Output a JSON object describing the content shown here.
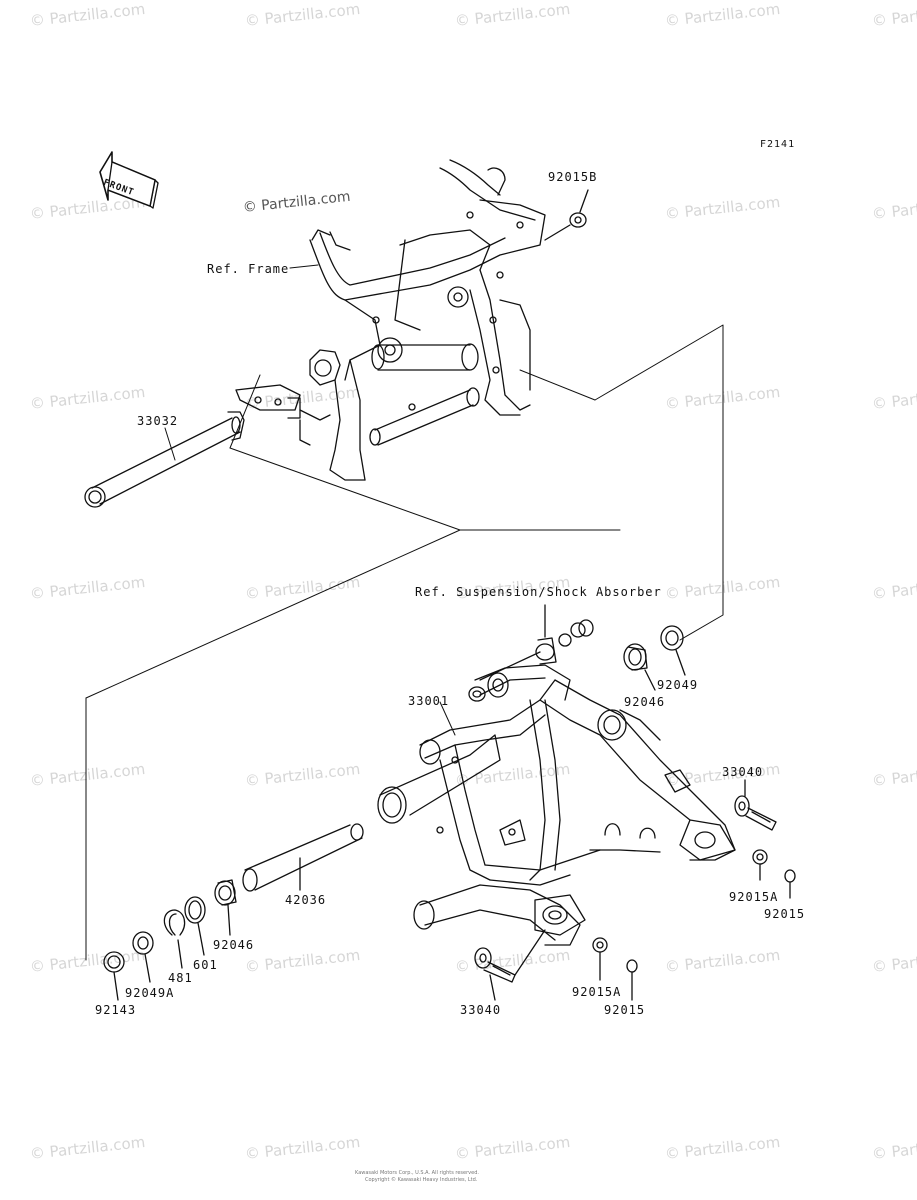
{
  "figure_code": "F2141",
  "watermark": "© Partzilla.com",
  "front_arrow_label": "FRONT",
  "refs": {
    "frame": "Ref. Frame",
    "shock": "Ref. Suspension/Shock Absorber"
  },
  "parts": {
    "p92015B": "92015B",
    "p33032": "33032",
    "p33001": "33001",
    "p92046_top": "92046",
    "p92049": "92049",
    "p33040_right": "33040",
    "p92015A_right": "92015A",
    "p92015_right": "92015",
    "p42036": "42036",
    "p92046_low": "92046",
    "p601": "601",
    "p481": "481",
    "p92049A": "92049A",
    "p92143": "92143",
    "p33040_bottom": "33040",
    "p92015A_bottom": "92015A",
    "p92015_bottom": "92015"
  },
  "copyright_lines": [
    "Kawasaki Motors Corp., U.S.A. All rights reserved.",
    "Copyright © Kawasaki Heavy Industries, Ltd."
  ]
}
